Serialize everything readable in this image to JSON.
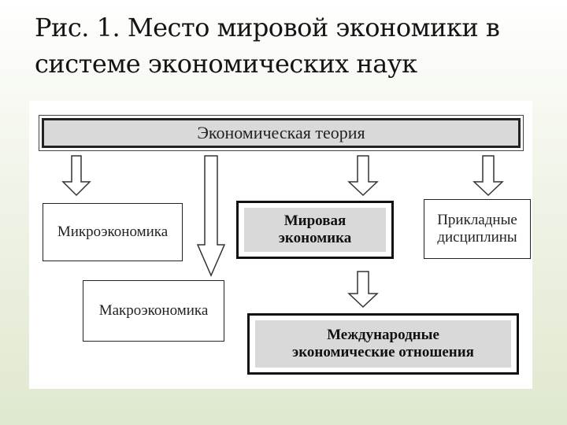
{
  "slide": {
    "title": "Рис. 1. Место мировой экономики в системе экономических наук"
  },
  "diagram": {
    "theory": "Экономическая теория",
    "micro": "Микроэкономика",
    "macro": "Макроэкономика",
    "world": "Мировая\nэкономика",
    "applied": "Прикладные\nдисциплины",
    "intl": "Международные\nэкономические отношения"
  }
}
